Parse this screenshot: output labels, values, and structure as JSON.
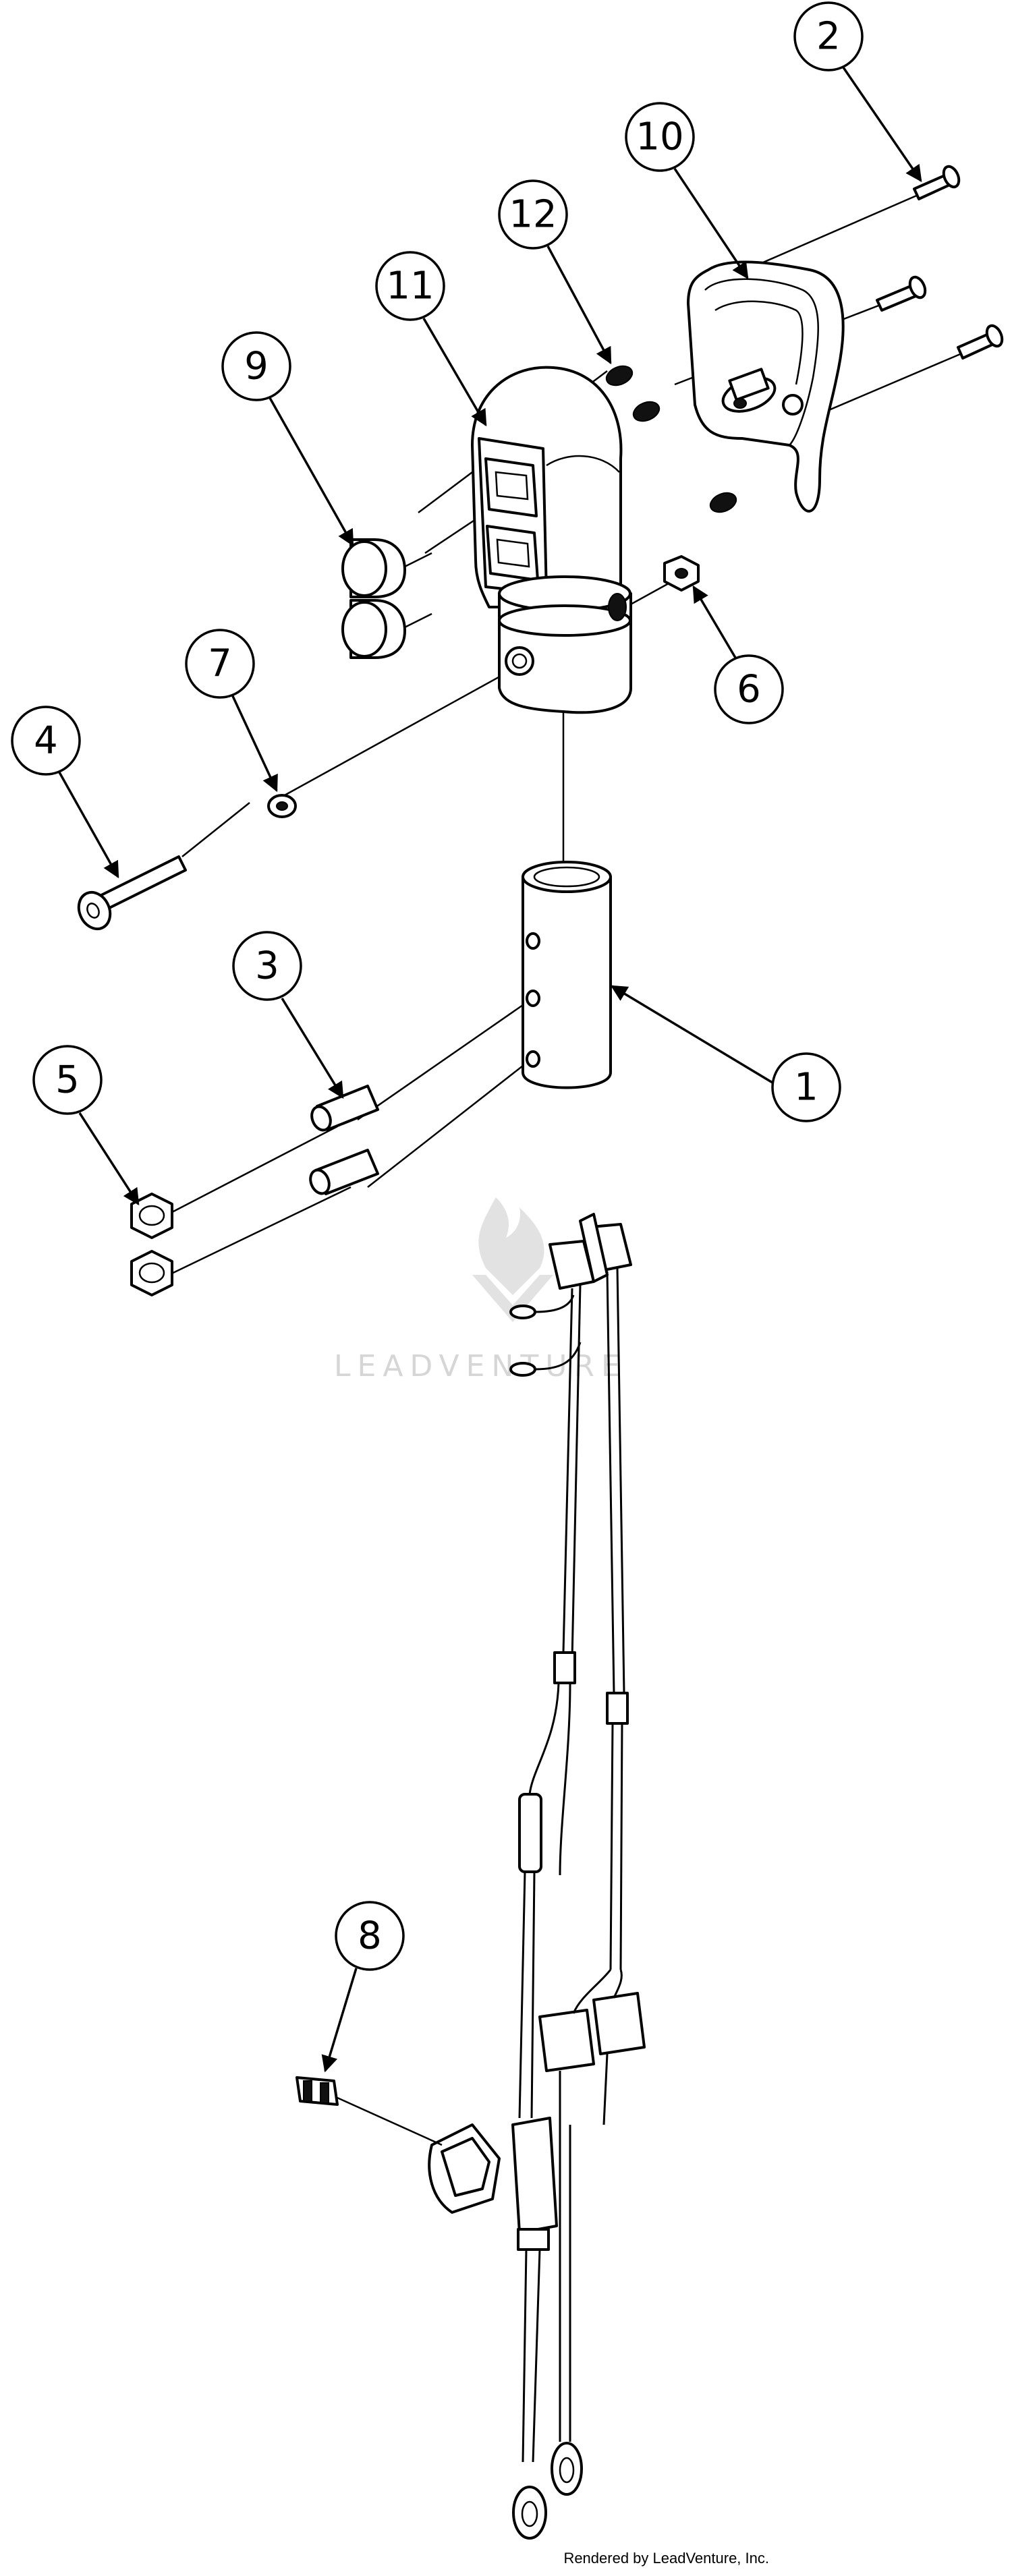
{
  "watermark": {
    "text": "LEADVENTURE"
  },
  "credit": "Rendered by LeadVenture, Inc.",
  "callouts": [
    "1",
    "2",
    "3",
    "4",
    "5",
    "6",
    "7",
    "8",
    "9",
    "10",
    "11",
    "12"
  ]
}
